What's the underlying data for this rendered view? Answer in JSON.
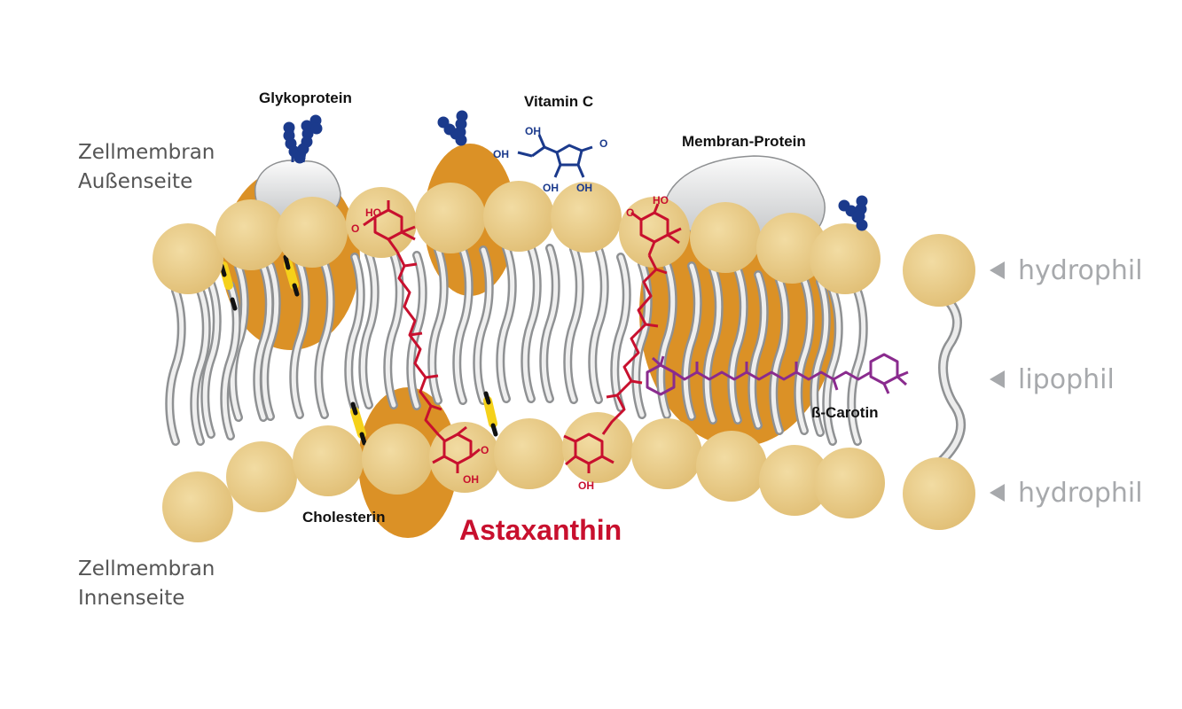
{
  "labels": {
    "outer_side": {
      "line1": "Zellmembran",
      "line2": "Außenseite"
    },
    "inner_side": {
      "line1": "Zellmembran",
      "line2": "Innenseite"
    },
    "hydrophil_top": "hydrophil",
    "lipophil": "lipophil",
    "hydrophil_bottom": "hydrophil",
    "glykoprotein": "Glykoprotein",
    "vitamin_c": "Vitamin C",
    "membran_protein": "Membran-Protein",
    "beta_carotin": "ß-Carotin",
    "cholesterin": "Cholesterin",
    "astaxanthin": "Astaxanthin"
  },
  "chem": {
    "oh": "OH",
    "ho": "HO",
    "o": "O"
  },
  "colors": {
    "lipid_head": "#e8c985",
    "protein": "#db9126",
    "astaxanthin": "#c8102e",
    "vitamin_c": "#1b3a8c",
    "beta_carotin": "#8a2b8e",
    "cholesterol": "#f5d11a",
    "tail": "#d9dadb",
    "label_grey": "#a7a9ac"
  }
}
